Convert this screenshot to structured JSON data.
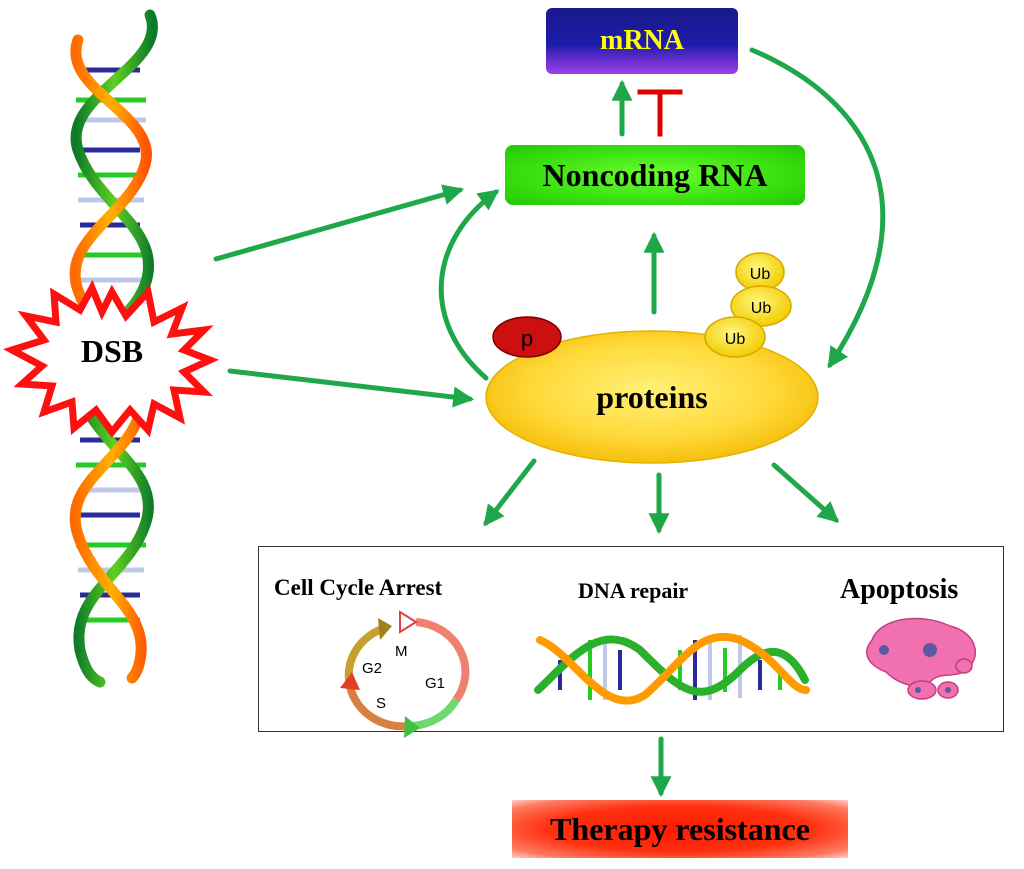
{
  "nodes": {
    "mrna": "mRNA",
    "noncoding_rna": "Noncoding RNA",
    "proteins": "proteins",
    "dsb": "DSB",
    "phospho": "p",
    "ubiquitin": [
      "Ub",
      "Ub",
      "Ub"
    ],
    "therapy": "Therapy resistance"
  },
  "outcomes": {
    "cell_cycle": "Cell Cycle Arrest",
    "dna_repair": "DNA repair",
    "apoptosis": "Apoptosis"
  },
  "cell_cycle_phases": [
    "M",
    "G1",
    "S",
    "G2"
  ],
  "colors": {
    "arrow_green": "#1fa84a",
    "inhibit_red": "#e00000",
    "protein_yellow": "#ffd93a",
    "ub_yellow": "#ffe400",
    "phospho_red": "#cc1010",
    "dsb_red": "#ff1010"
  },
  "icons": [
    "dna-helix-icon",
    "cell-cycle-icon",
    "apoptotic-cell-icon"
  ]
}
